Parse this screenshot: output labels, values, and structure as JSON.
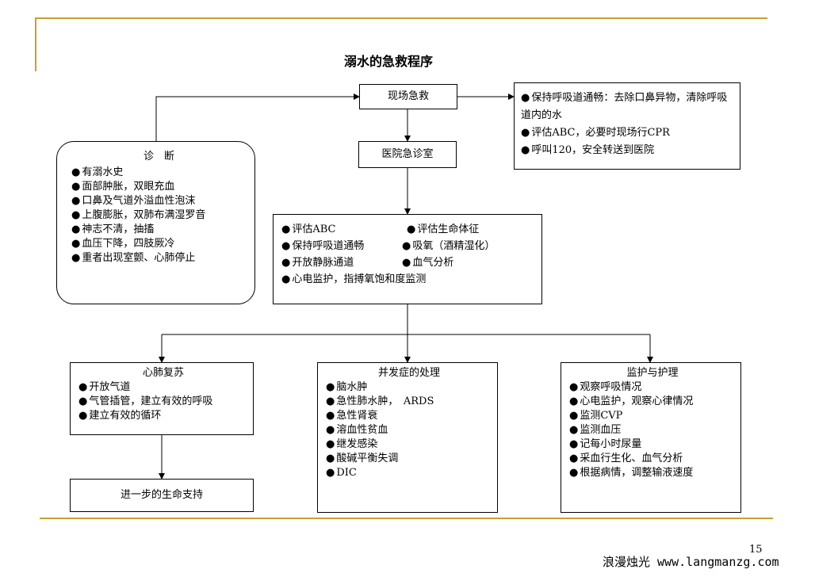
{
  "title": "溺水的急救程序",
  "page_number": "15",
  "footer": "浪漫烛光 www.langmanzg.com",
  "nodes": {
    "scene": "现场急救",
    "hospital": "医院急诊室",
    "onsite_actions": {
      "items": [
        "保持呼吸道通畅：去除口鼻异物，清除呼吸道内的水",
        "评估ABC，必要时现场行CPR",
        "呼叫120，安全转送到医院"
      ]
    },
    "diagnosis": {
      "heading": "诊　断",
      "items": [
        "有溺水史",
        "面部肿胀，双眼充血",
        "口鼻及气道外溢血性泡沫",
        "上腹膨胀，双肺布满湿罗音",
        "神志不清，抽搐",
        "血压下降，四肢厥冷",
        "重者出现室颤、心肺停止"
      ]
    },
    "er_actions": {
      "items": [
        "评估ABC",
        "评估生命体征",
        "保持呼吸道通畅",
        "吸氧（酒精湿化）",
        "开放静脉通道",
        "血气分析",
        "心电监护，指搏氧饱和度监测"
      ]
    },
    "cpr": {
      "heading": "心肺复苏",
      "items": [
        "开放气道",
        "气管插管，建立有效的呼吸",
        "建立有效的循环"
      ]
    },
    "life_support": "进一步的生命支持",
    "complications": {
      "heading": "并发症的处理",
      "items": [
        "脑水肿",
        "急性肺水肿，　ARDS",
        "急性肾衰",
        "溶血性贫血",
        "继发感染",
        "酸碱平衡失调",
        "DIC"
      ]
    },
    "monitoring": {
      "heading": "监护与护理",
      "items": [
        "观察呼吸情况",
        "心电监护，观察心律情况",
        "监测CVP",
        "监测血压",
        "记每小时尿量",
        "采血行生化、血气分析",
        "根据病情，调整输液速度"
      ]
    }
  }
}
